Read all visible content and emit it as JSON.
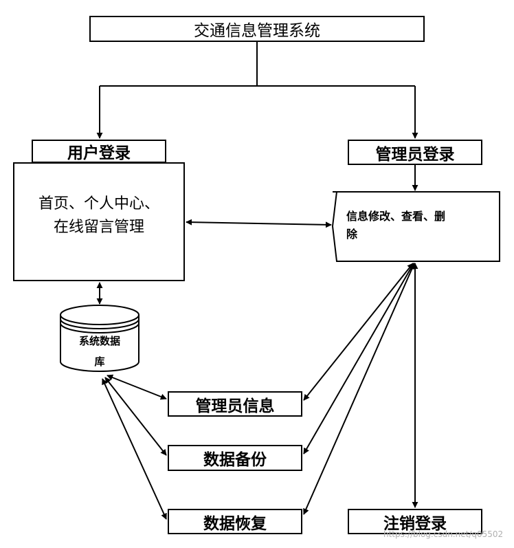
{
  "diagram": {
    "title": "交通信息管理系统",
    "user_login": "用户登录",
    "user_functions": [
      "首页、个人中心、",
      "在线留言管理"
    ],
    "admin_login": "管理员登录",
    "admin_operations": [
      "信息修改、查看、删",
      "除"
    ],
    "database": [
      "系统数据",
      "库"
    ],
    "admin_info": "管理员信息",
    "data_backup": "数据备份",
    "data_restore": "数据恢复",
    "logout": "注销登录",
    "watermark": "https://blog.csdn.net/q05502"
  },
  "colors": {
    "stroke": "#000000",
    "background": "#ffffff",
    "watermark": "#b0b0b0"
  }
}
